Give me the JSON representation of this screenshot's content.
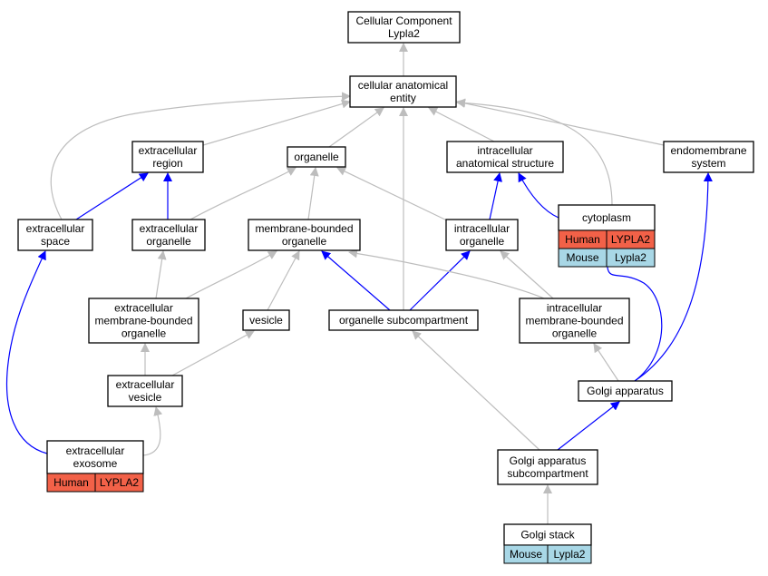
{
  "colors": {
    "isa_edge": "#bdbdbd",
    "partof_edge": "#0000ff",
    "human_cell": "#f26148",
    "mouse_cell": "#a8d7e6"
  },
  "nodes": {
    "root": {
      "lines": [
        "Cellular Component",
        "Lypla2"
      ]
    },
    "cae": {
      "lines": [
        "cellular anatomical",
        "entity"
      ]
    },
    "ecr": {
      "lines": [
        "extracellular",
        "region"
      ]
    },
    "org": {
      "lines": [
        "organelle"
      ]
    },
    "ias": {
      "lines": [
        "intracellular",
        "anatomical structure"
      ]
    },
    "ems": {
      "lines": [
        "endomembrane",
        "system"
      ]
    },
    "ecs": {
      "lines": [
        "extracellular",
        "space"
      ]
    },
    "eco": {
      "lines": [
        "extracellular",
        "organelle"
      ]
    },
    "mbo": {
      "lines": [
        "membrane-bounded",
        "organelle"
      ]
    },
    "ico": {
      "lines": [
        "intracellular",
        "organelle"
      ]
    },
    "cyt": {
      "lines": [
        "cytoplasm"
      ],
      "tags": [
        [
          "Human",
          "LYPLA2"
        ],
        [
          "Mouse",
          "Lypla2"
        ]
      ]
    },
    "emb": {
      "lines": [
        "extracellular",
        "membrane-bounded",
        "organelle"
      ]
    },
    "ves": {
      "lines": [
        "vesicle"
      ]
    },
    "osc": {
      "lines": [
        "organelle subcompartment"
      ]
    },
    "imb": {
      "lines": [
        "intracellular",
        "membrane-bounded",
        "organelle"
      ]
    },
    "ecv": {
      "lines": [
        "extracellular",
        "vesicle"
      ]
    },
    "gol": {
      "lines": [
        "Golgi apparatus"
      ]
    },
    "exo": {
      "lines": [
        "extracellular",
        "exosome"
      ],
      "tags": [
        [
          "Human",
          "LYPLA2"
        ]
      ]
    },
    "gas": {
      "lines": [
        "Golgi apparatus",
        "subcompartment"
      ]
    },
    "gst": {
      "lines": [
        "Golgi stack"
      ],
      "tags": [
        [
          "Mouse",
          "Lypla2"
        ]
      ]
    }
  }
}
